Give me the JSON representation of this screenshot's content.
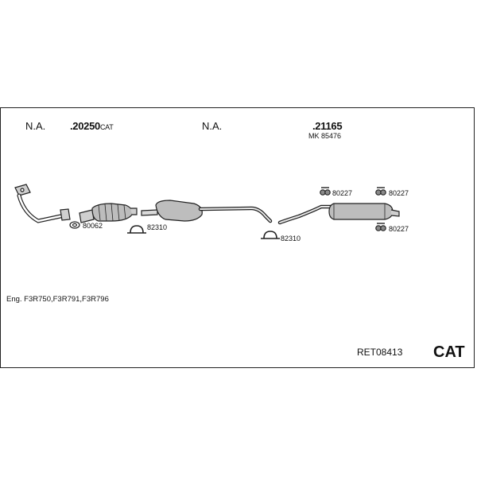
{
  "sections": [
    {
      "label": "N.A."
    },
    {
      "part_number": ".20250",
      "suffix": "CAT"
    },
    {
      "label": "N.A."
    },
    {
      "part_number": ".21165",
      "sub_label": "MK 85476"
    }
  ],
  "part_labels": {
    "gasket": "80062",
    "clamp_left": "82310",
    "clamp_right": "82310",
    "hanger_1": "80227",
    "hanger_2": "80227",
    "hanger_3": "80227"
  },
  "engine_text": "Eng. F3R750,F3R791,F3R796",
  "reference": "RET08413",
  "badge": "CAT",
  "colors": {
    "line": "#222222",
    "fill_light": "#e6e6e6",
    "fill_mid": "#bdbdbd",
    "fill_dark": "#8a8a8a"
  }
}
